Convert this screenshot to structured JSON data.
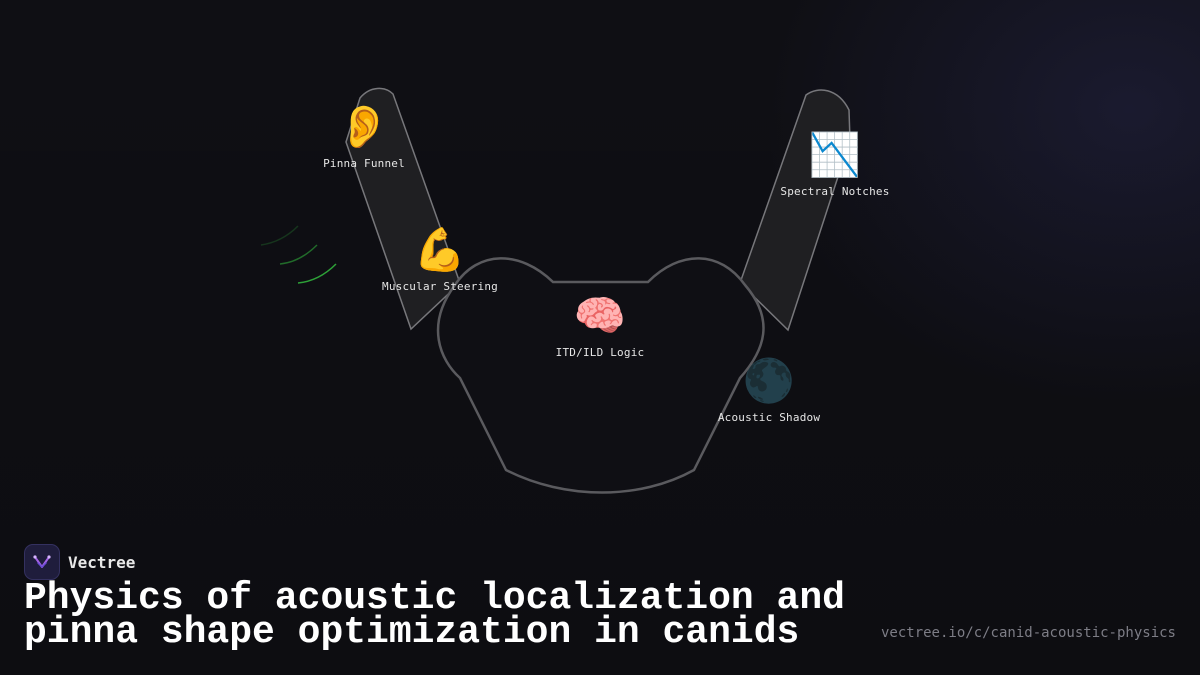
{
  "nodes": {
    "pinna_funnel": {
      "emoji": "👂",
      "label": "Pinna Funnel"
    },
    "muscular_steering": {
      "emoji": "💪",
      "label": "Muscular Steering"
    },
    "itd_ild_logic": {
      "emoji": "🧠",
      "label": "ITD/ILD Logic"
    },
    "spectral_notches": {
      "emoji": "📉",
      "label": "Spectral Notches"
    },
    "acoustic_shadow": {
      "emoji": "🌑",
      "label": "Acoustic Shadow"
    }
  },
  "brand": {
    "name": "Vectree"
  },
  "title": {
    "line1": "Physics of acoustic localization and",
    "line2": "pinna shape optimization in canids"
  },
  "url": "vectree.io/c/canid-acoustic-physics",
  "colors": {
    "background": "#0f0f14",
    "ear_fill": "#1f1f22",
    "outline": "#5a5a5e",
    "sound_wave": "#2faa3a",
    "brand_logo": "#1f1d3c"
  }
}
